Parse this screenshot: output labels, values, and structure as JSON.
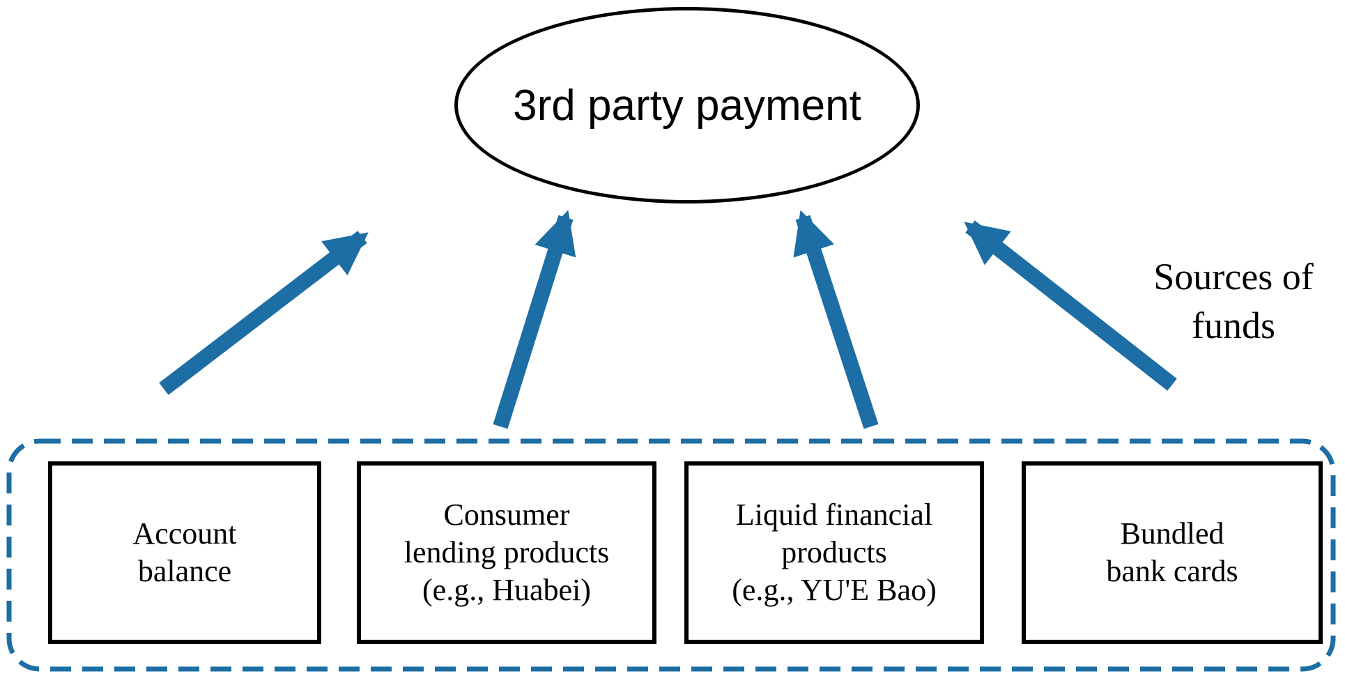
{
  "ellipse": {
    "label": "3rd party payment"
  },
  "side_label": {
    "text": "Sources of\nfunds"
  },
  "boxes": [
    {
      "label": "Account\nbalance"
    },
    {
      "label": "Consumer\nlending products\n(e.g., Huabei)"
    },
    {
      "label": "Liquid financial\nproducts\n(e.g., YU'E Bao)"
    },
    {
      "label": "Bundled\nbank cards"
    }
  ],
  "colors": {
    "arrow": "#1c6ea4",
    "container": "#1c6ea4",
    "border": "#000000"
  }
}
